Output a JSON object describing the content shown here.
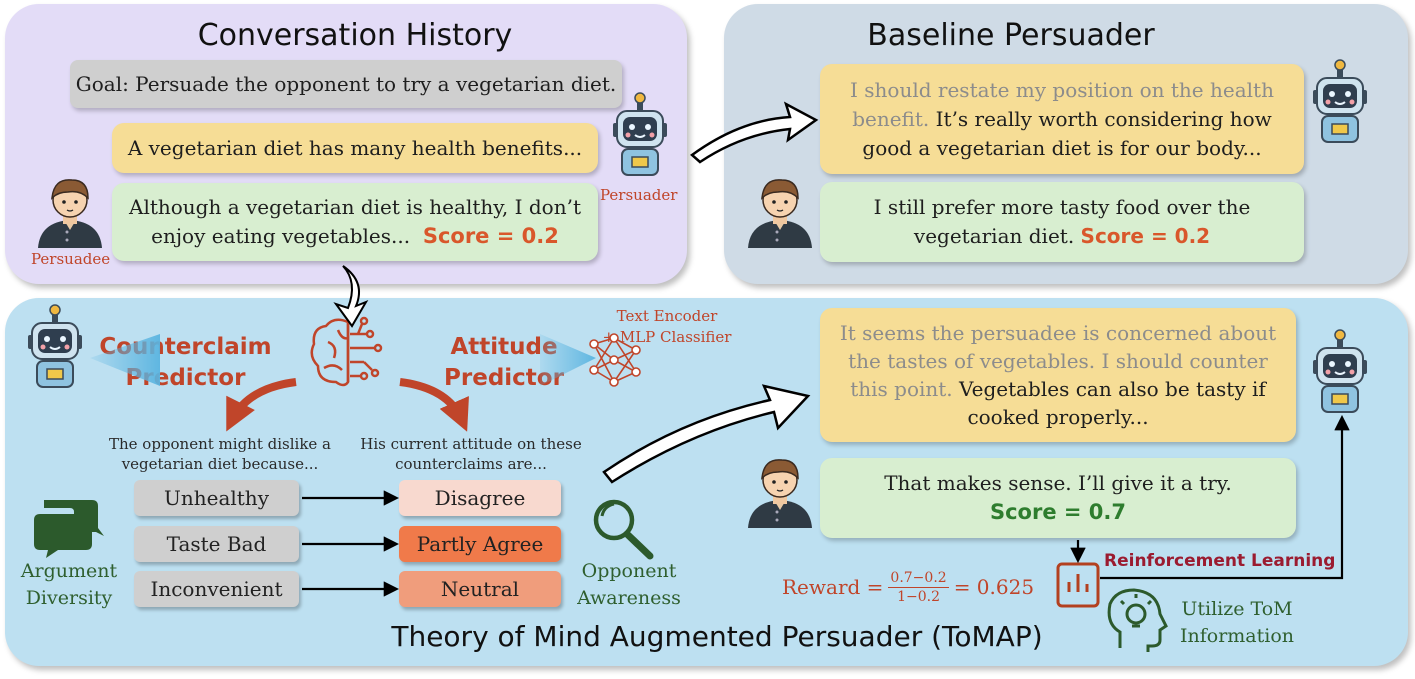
{
  "history": {
    "title": "Conversation History",
    "goal": "Goal: Persuade the opponent to try a vegetarian diet.",
    "persuader_msg": "A vegetarian diet has many health benefits...",
    "persuadee_msg_1": "Although a vegetarian diet is healthy, I don’t",
    "persuadee_msg_2": "enjoy eating vegetables...",
    "score": "Score = 0.2",
    "persuader_label": "Persuader",
    "persuadee_label": "Persuadee"
  },
  "baseline": {
    "title": "Baseline Persuader",
    "thought_1": "I should restate my position on the health",
    "thought_2": "benefit.",
    "speech_2": "It’s really worth considering how",
    "speech_3": "good a vegetarian diet is for our body...",
    "reply_1": "I still prefer more tasty food over the",
    "reply_2": "vegetarian diet.",
    "score": "Score = 0.2"
  },
  "tomap": {
    "title": "Theory of Mind Augmented Persuader (ToMAP)",
    "counterclaim_1": "Counterclaim",
    "counterclaim_2": "Predictor",
    "attitude_1": "Attitude",
    "attitude_2": "Predictor",
    "encoder_1": "Text Encoder",
    "encoder_2": "+ MLP Classifier",
    "left_caption_1": "The opponent might dislike a",
    "left_caption_2": "vegetarian diet because...",
    "right_caption_1": "His current attitude on these",
    "right_caption_2": "counterclaims are...",
    "claims": [
      "Unhealthy",
      "Taste Bad",
      "Inconvenient"
    ],
    "attitudes": [
      "Disagree",
      "Partly Agree",
      "Neutral"
    ],
    "diversity_1": "Argument",
    "diversity_2": "Diversity",
    "awareness_1": "Opponent",
    "awareness_2": "Awareness",
    "thought_1": "It seems the persuadee is concerned about",
    "thought_2": "the tastes of vegetables. I should counter",
    "thought_3": "this point.",
    "speech_3": "Vegetables can also be tasty if",
    "speech_4": "cooked properly...",
    "reply": "That makes sense. I’ll give it a try.",
    "score": "Score = 0.7",
    "reward_label": "Reward =",
    "reward_num": "0.7−0.2",
    "reward_den": "1−0.2",
    "reward_result": "= 0.625",
    "rl_label": "Reinforcement Learning",
    "utilize_1": "Utilize ToM",
    "utilize_2": "Information"
  },
  "colors": {
    "history_bg": "#e3dcf7",
    "baseline_bg": "#cfdbe6",
    "tomap_bg": "#bde0f1",
    "thought_bubble": "#f6dd96",
    "reply_bubble": "#d8eed0",
    "goal_bubble": "#cfcfcf",
    "score": "#d9572b",
    "score_green": "#2e7d2e",
    "disagree": "#f8d9cf",
    "partly_agree": "#f07a4a",
    "neutral": "#f09d7c",
    "rl_label": "#9b1b30"
  },
  "icons": [
    "robot-icon",
    "person-icon",
    "brain-icon",
    "neural-network-icon",
    "chat-bubbles-icon",
    "magnifier-icon",
    "bar-chart-icon",
    "head-lightbulb-icon",
    "arrow-icon"
  ]
}
